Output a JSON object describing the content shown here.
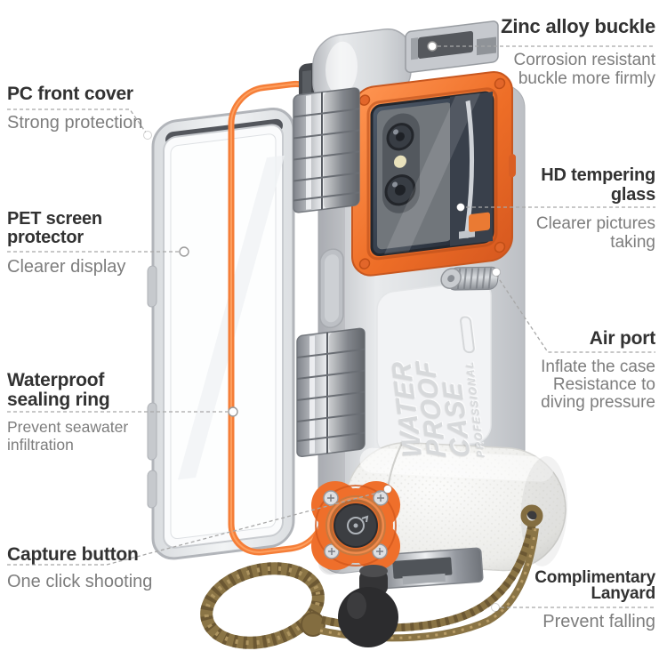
{
  "colors": {
    "accent_orange": "#EF6F2B",
    "case_gray": "#C9CCD1",
    "lanyard_brown": "#8A7445",
    "title_text": "#323232",
    "desc_text": "#7D7D7D",
    "leader_line": "#A8A8A8"
  },
  "product": {
    "name": "Waterproof diving phone case",
    "embossed": {
      "line1": "WATER",
      "line2": "PROOF",
      "line3": "CASE",
      "sub": "PROFESSIONAL"
    }
  },
  "callouts": {
    "zinc_alloy_buckle": {
      "title": "Zinc alloy buckle",
      "desc_line1": "Corrosion resistant",
      "desc_line2": "buckle more firmly"
    },
    "pc_front_cover": {
      "title": "PC front cover",
      "desc_line1": "Strong protection"
    },
    "pet_screen_protector": {
      "title_line1": "PET screen",
      "title_line2": "protector",
      "desc_line1": "Clearer display"
    },
    "hd_tempering_glass": {
      "title_line1": "HD tempering",
      "title_line2": "glass",
      "desc_line1": "Clearer pictures",
      "desc_line2": "taking"
    },
    "waterproof_sealing_ring": {
      "title_line1": "Waterproof",
      "title_line2": "sealing ring",
      "desc_line1": "Prevent seawater",
      "desc_line2": "infiltration"
    },
    "air_port": {
      "title": "Air port",
      "desc_line1": "Inflate the case",
      "desc_line2": "Resistance to",
      "desc_line3": "diving pressure"
    },
    "capture_button": {
      "title": "Capture button",
      "desc_line1": "One click shooting"
    },
    "complimentary_lanyard": {
      "title_line1": "Complimentary",
      "title_line2": "Lanyard",
      "desc_line1": "Prevent falling"
    }
  }
}
